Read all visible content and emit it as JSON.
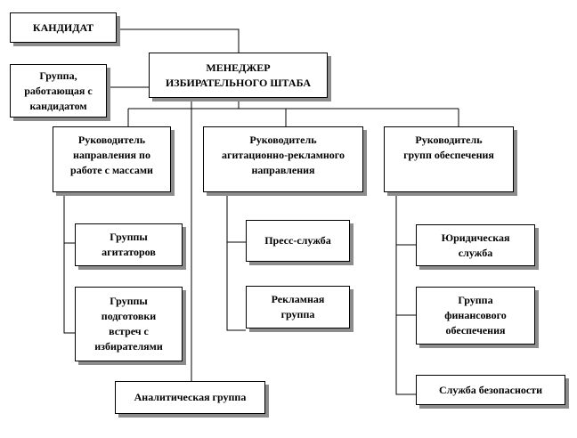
{
  "nodes": {
    "candidate": "КАНДИДАТ",
    "candidate_group": "Группа,\nработающая с\nкандидатом",
    "manager": "МЕНЕДЖЕР\nИЗБИРАТЕЛЬНОГО ШТАБА",
    "head_masses": "Руководитель\nнаправления по\nработе с массами",
    "head_agitation": "Руководитель\nагитационно-рекламного\nнаправления",
    "head_support": "Руководитель\nгрупп обеспечения",
    "agitators": "Группы\nагитаторов",
    "meetings": "Группы\nподготовки\nвстреч с\nизбирателями",
    "press": "Пресс-служба",
    "advertising": "Рекламная\nгруппа",
    "legal": "Юридическая\nслужба",
    "finance": "Группа\nфинансового\nобеспечения",
    "security": "Служба безопасности",
    "analytics": "Аналитическая группа"
  },
  "colors": {
    "line": "#000000",
    "shadow": "#8c8c8c",
    "box": "#ffffff"
  }
}
